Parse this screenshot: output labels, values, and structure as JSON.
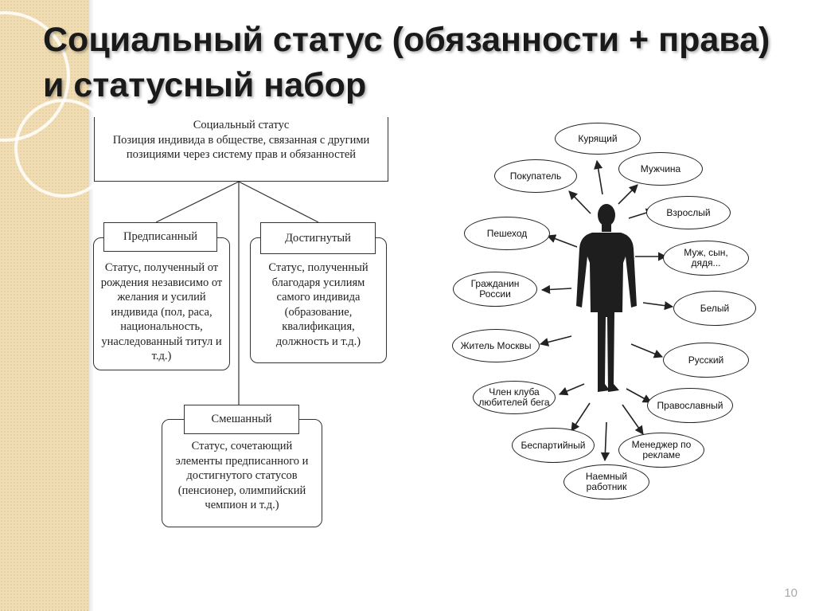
{
  "slide": {
    "title": "Социальный статус (обязанности + права) и статусный набор",
    "number": "10"
  },
  "hierarchy": {
    "root": {
      "heading": "Социальный статус",
      "text": "Позиция индивида в обществе, связанная с другими позициями через систему прав и обязанностей"
    },
    "ascribed": {
      "label": "Предписанный",
      "text": "Статус, полученный от рождения независимо от желания и усилий индивида (пол, раса, национальность, унаследованный титул и т.д.)"
    },
    "achieved": {
      "label": "Достигнутый",
      "text": "Статус, полученный благодаря усилиям самого индивида (образование, квалификация, должность и т.д.)"
    },
    "mixed": {
      "label": "Смешанный",
      "text": "Статус, сочетающий элементы предписанного и достигнутого статусов (пенсионер, олимпийский чемпион и т.д.)"
    }
  },
  "status_set": {
    "statuses": [
      "Курящий",
      "Мужчина",
      "Покупатель",
      "Взрослый",
      "Пешеход",
      "Муж, сын, дядя...",
      "Гражданин России",
      "Белый",
      "Житель Москвы",
      "Русский",
      "Член клуба любителей бега",
      "Православный",
      "Беспартийный",
      "Менеджер по рекламе",
      "Наемный работник"
    ]
  }
}
